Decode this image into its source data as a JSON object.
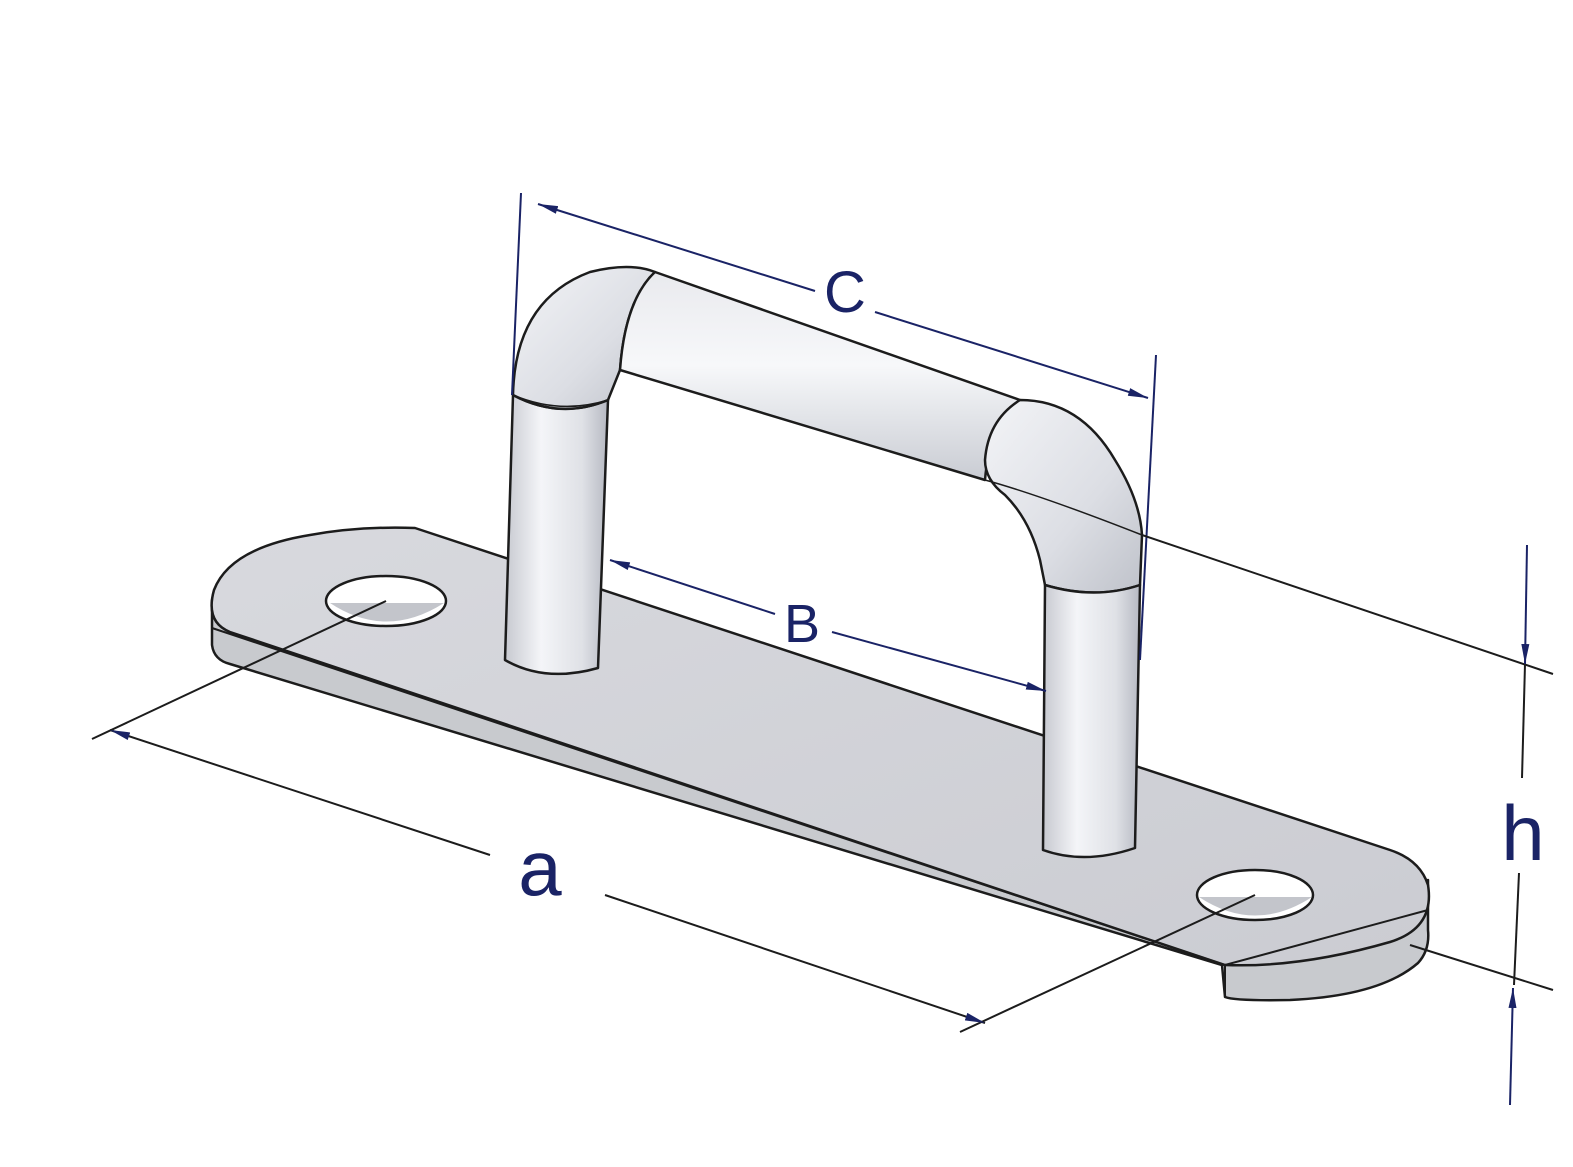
{
  "dimensions": {
    "a": "a",
    "B": "B",
    "C": "C",
    "h": "h"
  },
  "colors": {
    "outline": "#1c1c1c",
    "dimension_line": "#1a2366",
    "metal_light": "#f2f3f6",
    "metal_mid": "#d9dbe1",
    "metal_dark": "#b9bcc5",
    "plate_top": "#d2d3d8",
    "plate_edge": "#c4c6cc"
  }
}
